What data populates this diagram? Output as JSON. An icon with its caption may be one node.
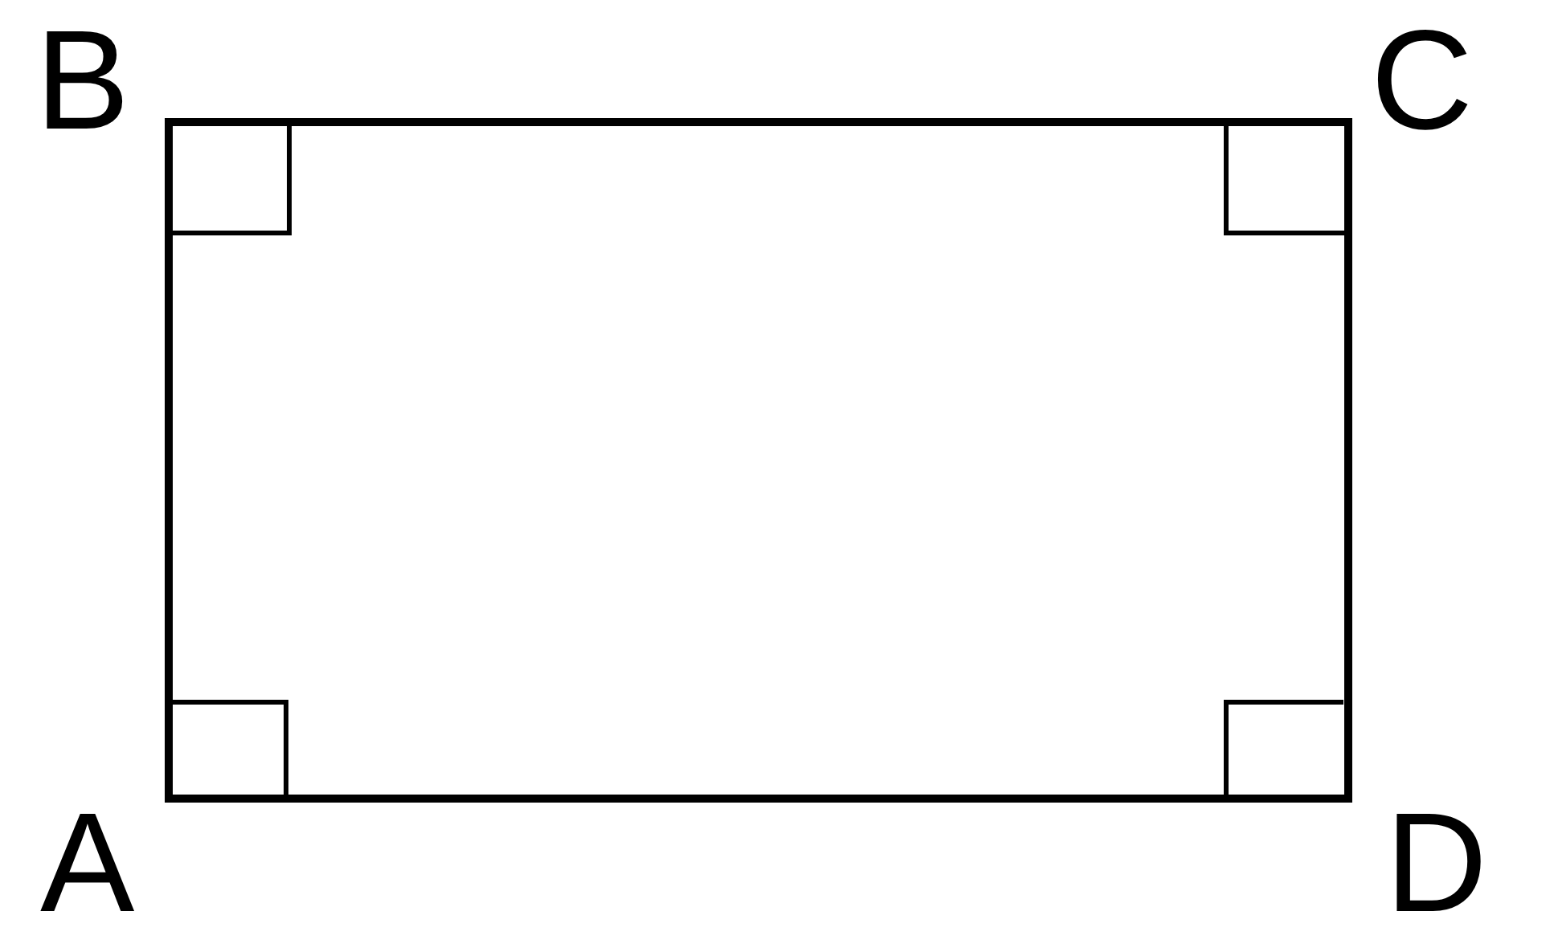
{
  "diagram": {
    "labels": [
      "B",
      "C",
      "A",
      "D"
    ]
  }
}
